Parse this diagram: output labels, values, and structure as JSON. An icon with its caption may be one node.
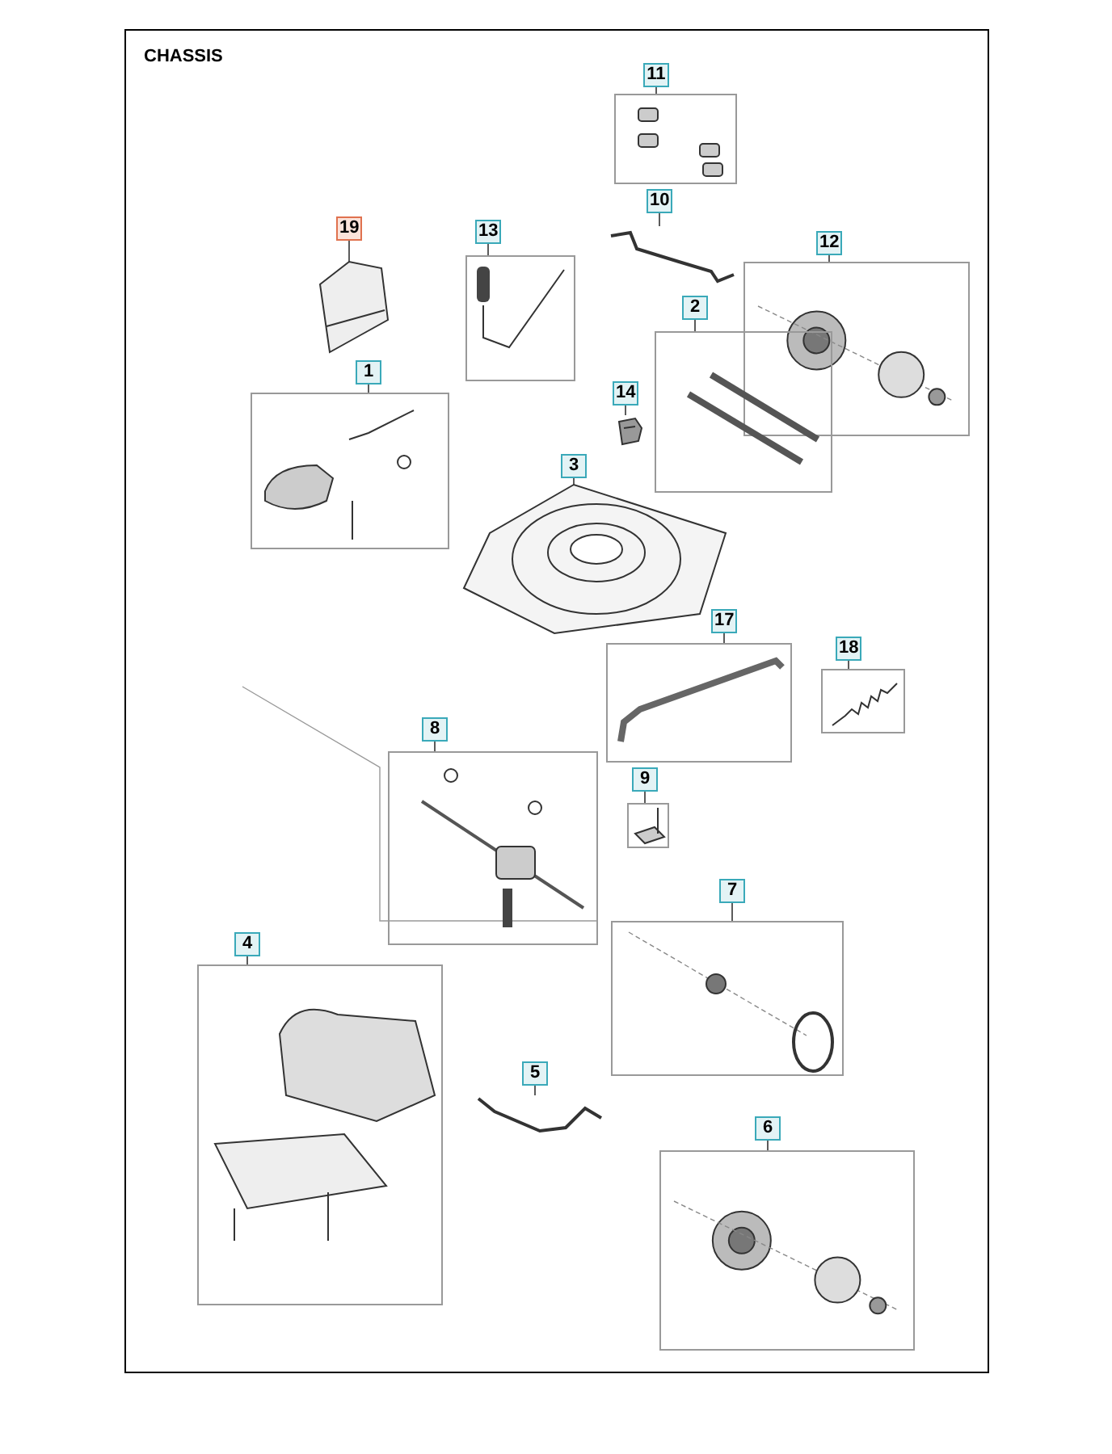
{
  "diagram": {
    "title": "CHASSIS",
    "nodes": [
      {
        "text": [
          "11"
        ]
      },
      {
        "text": [
          "10"
        ]
      },
      {
        "text": [
          "19"
        ]
      },
      {
        "text": [
          "13"
        ]
      },
      {
        "text": [
          "12"
        ]
      },
      {
        "text": [
          "2"
        ]
      },
      {
        "text": [
          "1"
        ]
      },
      {
        "text": [
          "14"
        ]
      },
      {
        "text": [
          "3"
        ]
      },
      {
        "text": [
          "17"
        ]
      },
      {
        "text": [
          "18"
        ]
      },
      {
        "text": [
          "8"
        ]
      },
      {
        "text": [
          "9"
        ]
      },
      {
        "text": [
          "7"
        ]
      },
      {
        "text": [
          "4"
        ]
      },
      {
        "text": [
          "5"
        ]
      },
      {
        "text": [
          "6"
        ]
      },
      {
        "text": [],
        "shape": "picture"
      },
      {
        "text": [],
        "shape": "picture"
      },
      {
        "text": [],
        "shape": "picture"
      },
      {
        "text": [],
        "shape": "picture"
      },
      {
        "text": [],
        "shape": "picture"
      },
      {
        "text": [],
        "shape": "picture"
      },
      {
        "text": [],
        "shape": "picture"
      },
      {
        "text": [],
        "shape": "picture"
      },
      {
        "text": [],
        "shape": "picture"
      },
      {
        "text": [],
        "shape": "picture"
      },
      {
        "text": [],
        "shape": "picture"
      },
      {
        "text": [],
        "shape": "picture"
      },
      {
        "text": [],
        "shape": "picture"
      },
      {
        "text": [],
        "shape": "picture"
      },
      {
        "text": [],
        "shape": "picture"
      },
      {
        "text": [],
        "shape": "picture"
      },
      {
        "text": [],
        "shape": "picture"
      }
    ],
    "edges": [
      {
        "from": 0,
        "to": 17,
        "arrow": "none"
      },
      {
        "from": 1,
        "to": 18,
        "arrow": "none"
      },
      {
        "from": 2,
        "to": 19,
        "arrow": "none"
      },
      {
        "from": 3,
        "to": 20,
        "arrow": "none"
      },
      {
        "from": 4,
        "to": 21,
        "arrow": "none"
      },
      {
        "from": 5,
        "to": 22,
        "arrow": "none"
      },
      {
        "from": 6,
        "to": 23,
        "arrow": "none"
      },
      {
        "from": 7,
        "to": 24,
        "arrow": "none"
      },
      {
        "from": 8,
        "to": 25,
        "arrow": "none"
      },
      {
        "from": 9,
        "to": 26,
        "arrow": "none"
      },
      {
        "from": 10,
        "to": 27,
        "arrow": "none"
      },
      {
        "from": 11,
        "to": 28,
        "arrow": "none"
      },
      {
        "from": 12,
        "to": 29,
        "arrow": "none"
      },
      {
        "from": 13,
        "to": 30,
        "arrow": "none"
      },
      {
        "from": 14,
        "to": 31,
        "arrow": "none"
      },
      {
        "from": 15,
        "to": 32,
        "arrow": "none"
      },
      {
        "from": 16,
        "to": 33,
        "arrow": "none"
      }
    ]
  }
}
